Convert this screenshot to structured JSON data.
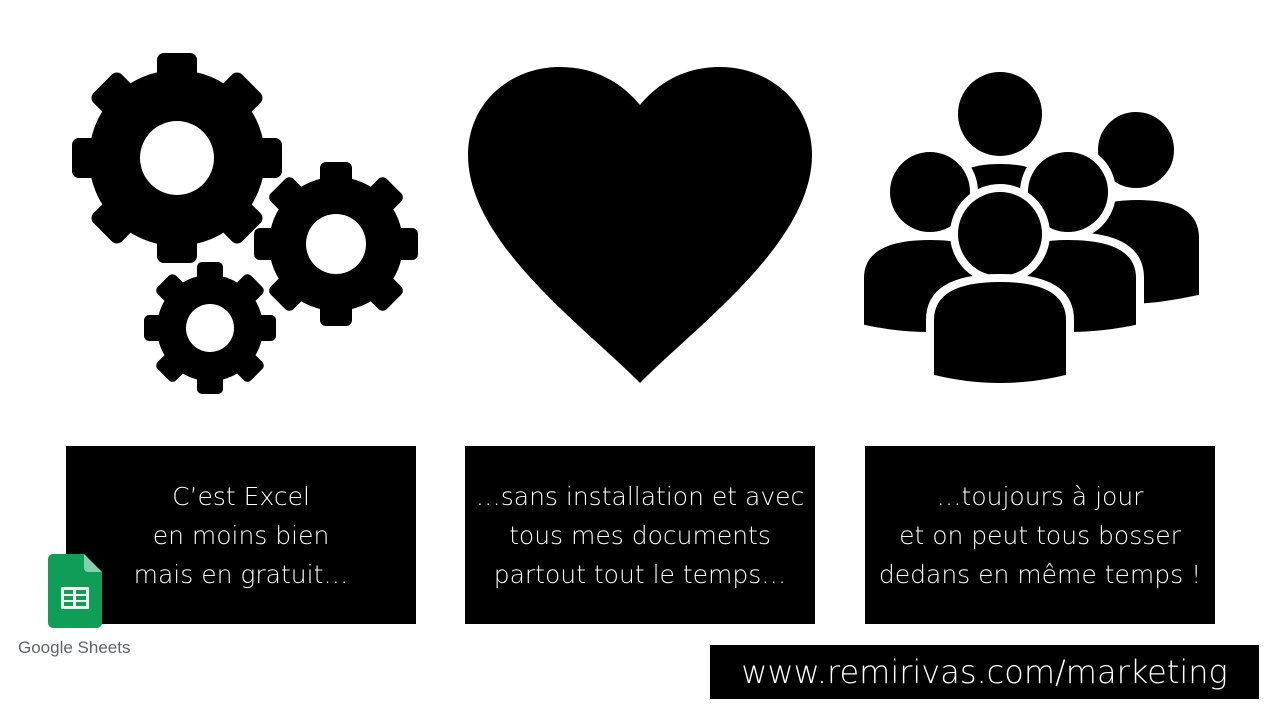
{
  "icons": [
    "gears-icon",
    "heart-icon",
    "people-group-icon",
    "google-sheets-icon"
  ],
  "boxes": [
    {
      "lines": [
        "C’est Excel",
        "en moins bien",
        "mais en gratuit…"
      ]
    },
    {
      "lines": [
        "…sans installation et avec",
        "tous mes documents",
        "partout tout le temps…"
      ]
    },
    {
      "lines": [
        "…toujours à jour",
        "et on peut tous bosser",
        "dedans en même temps !"
      ]
    }
  ],
  "logo": {
    "wordmark": "Google Sheets",
    "colors": {
      "green": "#0F9D58",
      "fold": "#87CEAC",
      "table": "#F1F1F1"
    }
  },
  "url": "www.remirivas.com/marketing"
}
